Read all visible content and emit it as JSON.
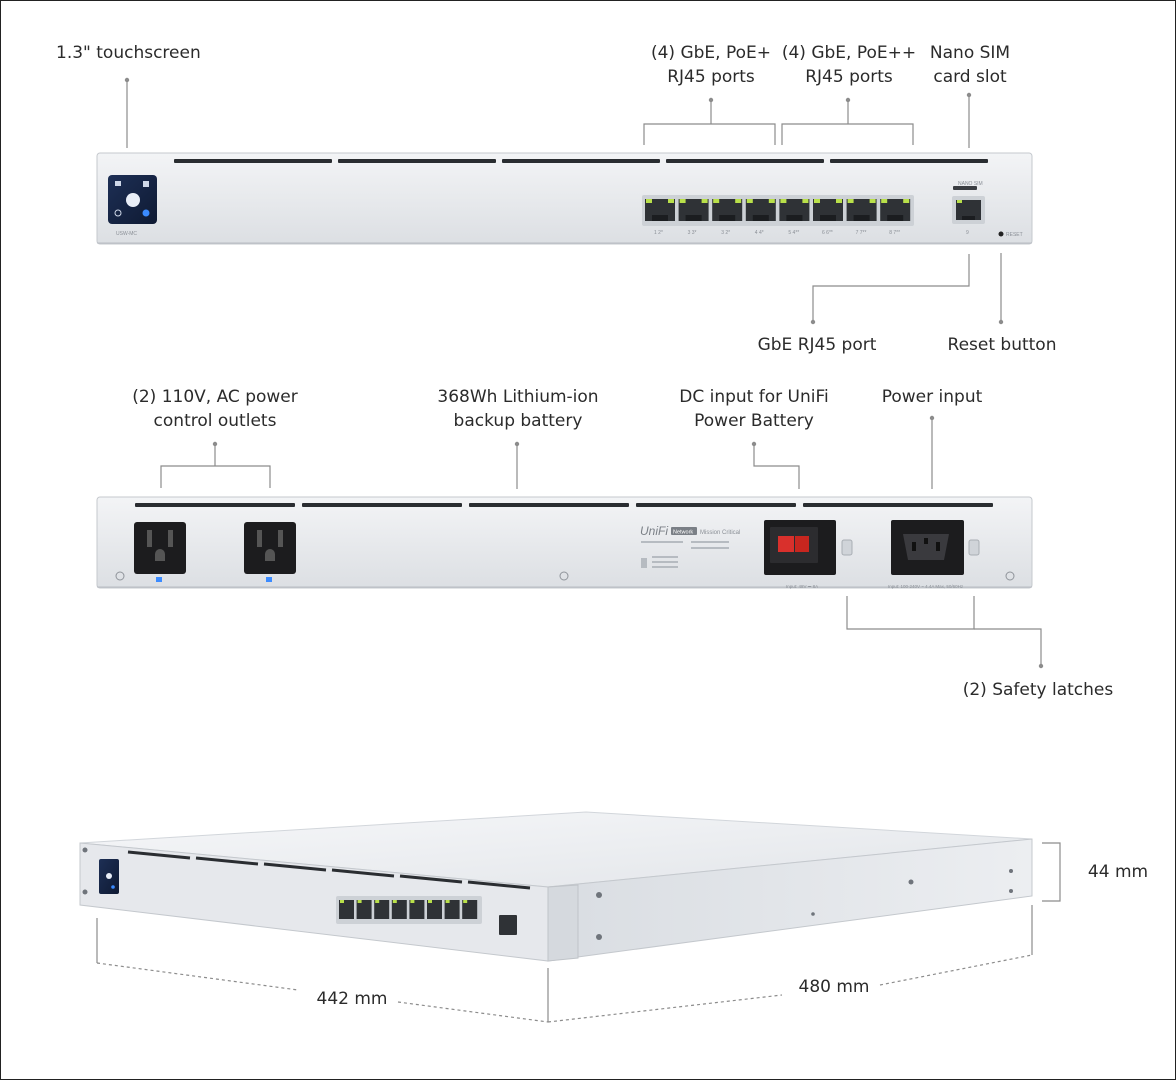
{
  "front_panel": {
    "touchscreen_label": "1.3\" touchscreen",
    "poe_plus_label_line1": "(4) GbE, PoE+",
    "poe_plus_label_line2": "RJ45 ports",
    "poe_plusplus_label_line1": "(4) GbE, PoE++",
    "poe_plusplus_label_line2": "RJ45 ports",
    "sim_label_line1": "Nano SIM",
    "sim_label_line2": "card slot",
    "gbe_port_label": "GbE RJ45 port",
    "reset_label": "Reset button",
    "model_badge": "USW-MC",
    "sim_slot_text": "NANO SIM",
    "reset_text": "RESET",
    "port_numbers": [
      "1 2*",
      "3 3*",
      "3 2*",
      "4 4*",
      "5 4**",
      "6 6**",
      "7 7**",
      "8 7**"
    ],
    "wan_port_number": "9"
  },
  "rear_panel": {
    "outlets_label_line1": "(2) 110V, AC power",
    "outlets_label_line2": "control outlets",
    "battery_label_line1": "368Wh Lithium-ion",
    "battery_label_line2": "backup battery",
    "dc_label_line1": "DC input for UniFi",
    "dc_label_line2": "Power Battery",
    "power_label": "Power input",
    "latches_label": "(2) Safety latches",
    "brand_text": "UniFi",
    "brand_tag": "Network",
    "product_text": "Mission Critical",
    "dc_spec": "Input: 48V ⎓ 8A",
    "ac_spec": "Input: 100-240V ~ 4.4A Max, 50/60Hz"
  },
  "dimensions": {
    "height": "44 mm",
    "width": "442 mm",
    "depth": "480 mm"
  },
  "colors": {
    "chassis": "#e9ebee",
    "chassis_edge": "#c7cbd0",
    "port_led": "#b9e04a",
    "outlet_black": "#1c1c1e",
    "dc_red": "#d9302c",
    "leader_line": "#8c8c8c"
  }
}
